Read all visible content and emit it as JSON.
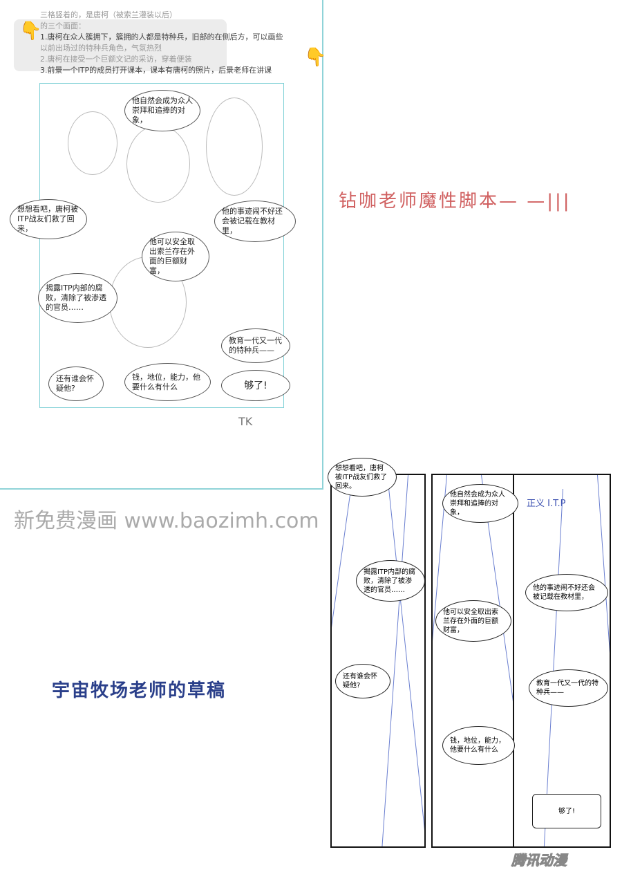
{
  "script_notes": {
    "line1": "三格竖着的，是唐柯（被索兰灌装以后）",
    "line2": "的三个画面：",
    "line3": "1.唐柯在众人簇拥下，簇拥的人都是特种兵，旧部的在侧后方，可以画些",
    "line4": "以前出场过的特种兵角色，气氛热烈",
    "line5": "2.唐柯在接受一个巨额文记的采访，穿着便装",
    "line6": "3.前景一个ITP的成员打开课本，课本有唐柯的照片，后景老师在讲课"
  },
  "watermark": "新免费漫画 www.baozimh.com",
  "sketch_bubbles": [
    "他自然会成为众人崇拜和追捧的对象，",
    "想想看吧，唐柯被ITP战友们救了回来，",
    "他的事迹闹不好还会被记载在教材里，",
    "他可以安全取出索兰存在外面的巨额财富，",
    "揭露ITP内部的腐败，清除了被渗透的官员……",
    "教育一代又一代的特种兵——",
    "还有谁会怀疑他?",
    "钱，地位，能力，他要什么有什么",
    "够了!"
  ],
  "sketch_signature": "TK",
  "red_title": "钻咖老师魔性脚本— —|||",
  "blue_title": "宇宙牧场老师的草稿",
  "final_bubbles": [
    "想想看吧，唐柯被ITP战友们救了回来。",
    "揭露ITP内部的腐败，清除了被渗透的官员……",
    "还有谁会怀疑他?",
    "他自然会成为众人崇拜和追捧的对象，",
    "他可以安全取出索兰存在外面的巨额财富，",
    "钱，地位，能力，他要什么有什么",
    "他的事迹闹不好还会被记载在教材里，",
    "教育一代又一代的特种兵——",
    "够了!"
  ],
  "blackboard": "正义 I.T.P",
  "publisher_logo": "腾讯动漫"
}
